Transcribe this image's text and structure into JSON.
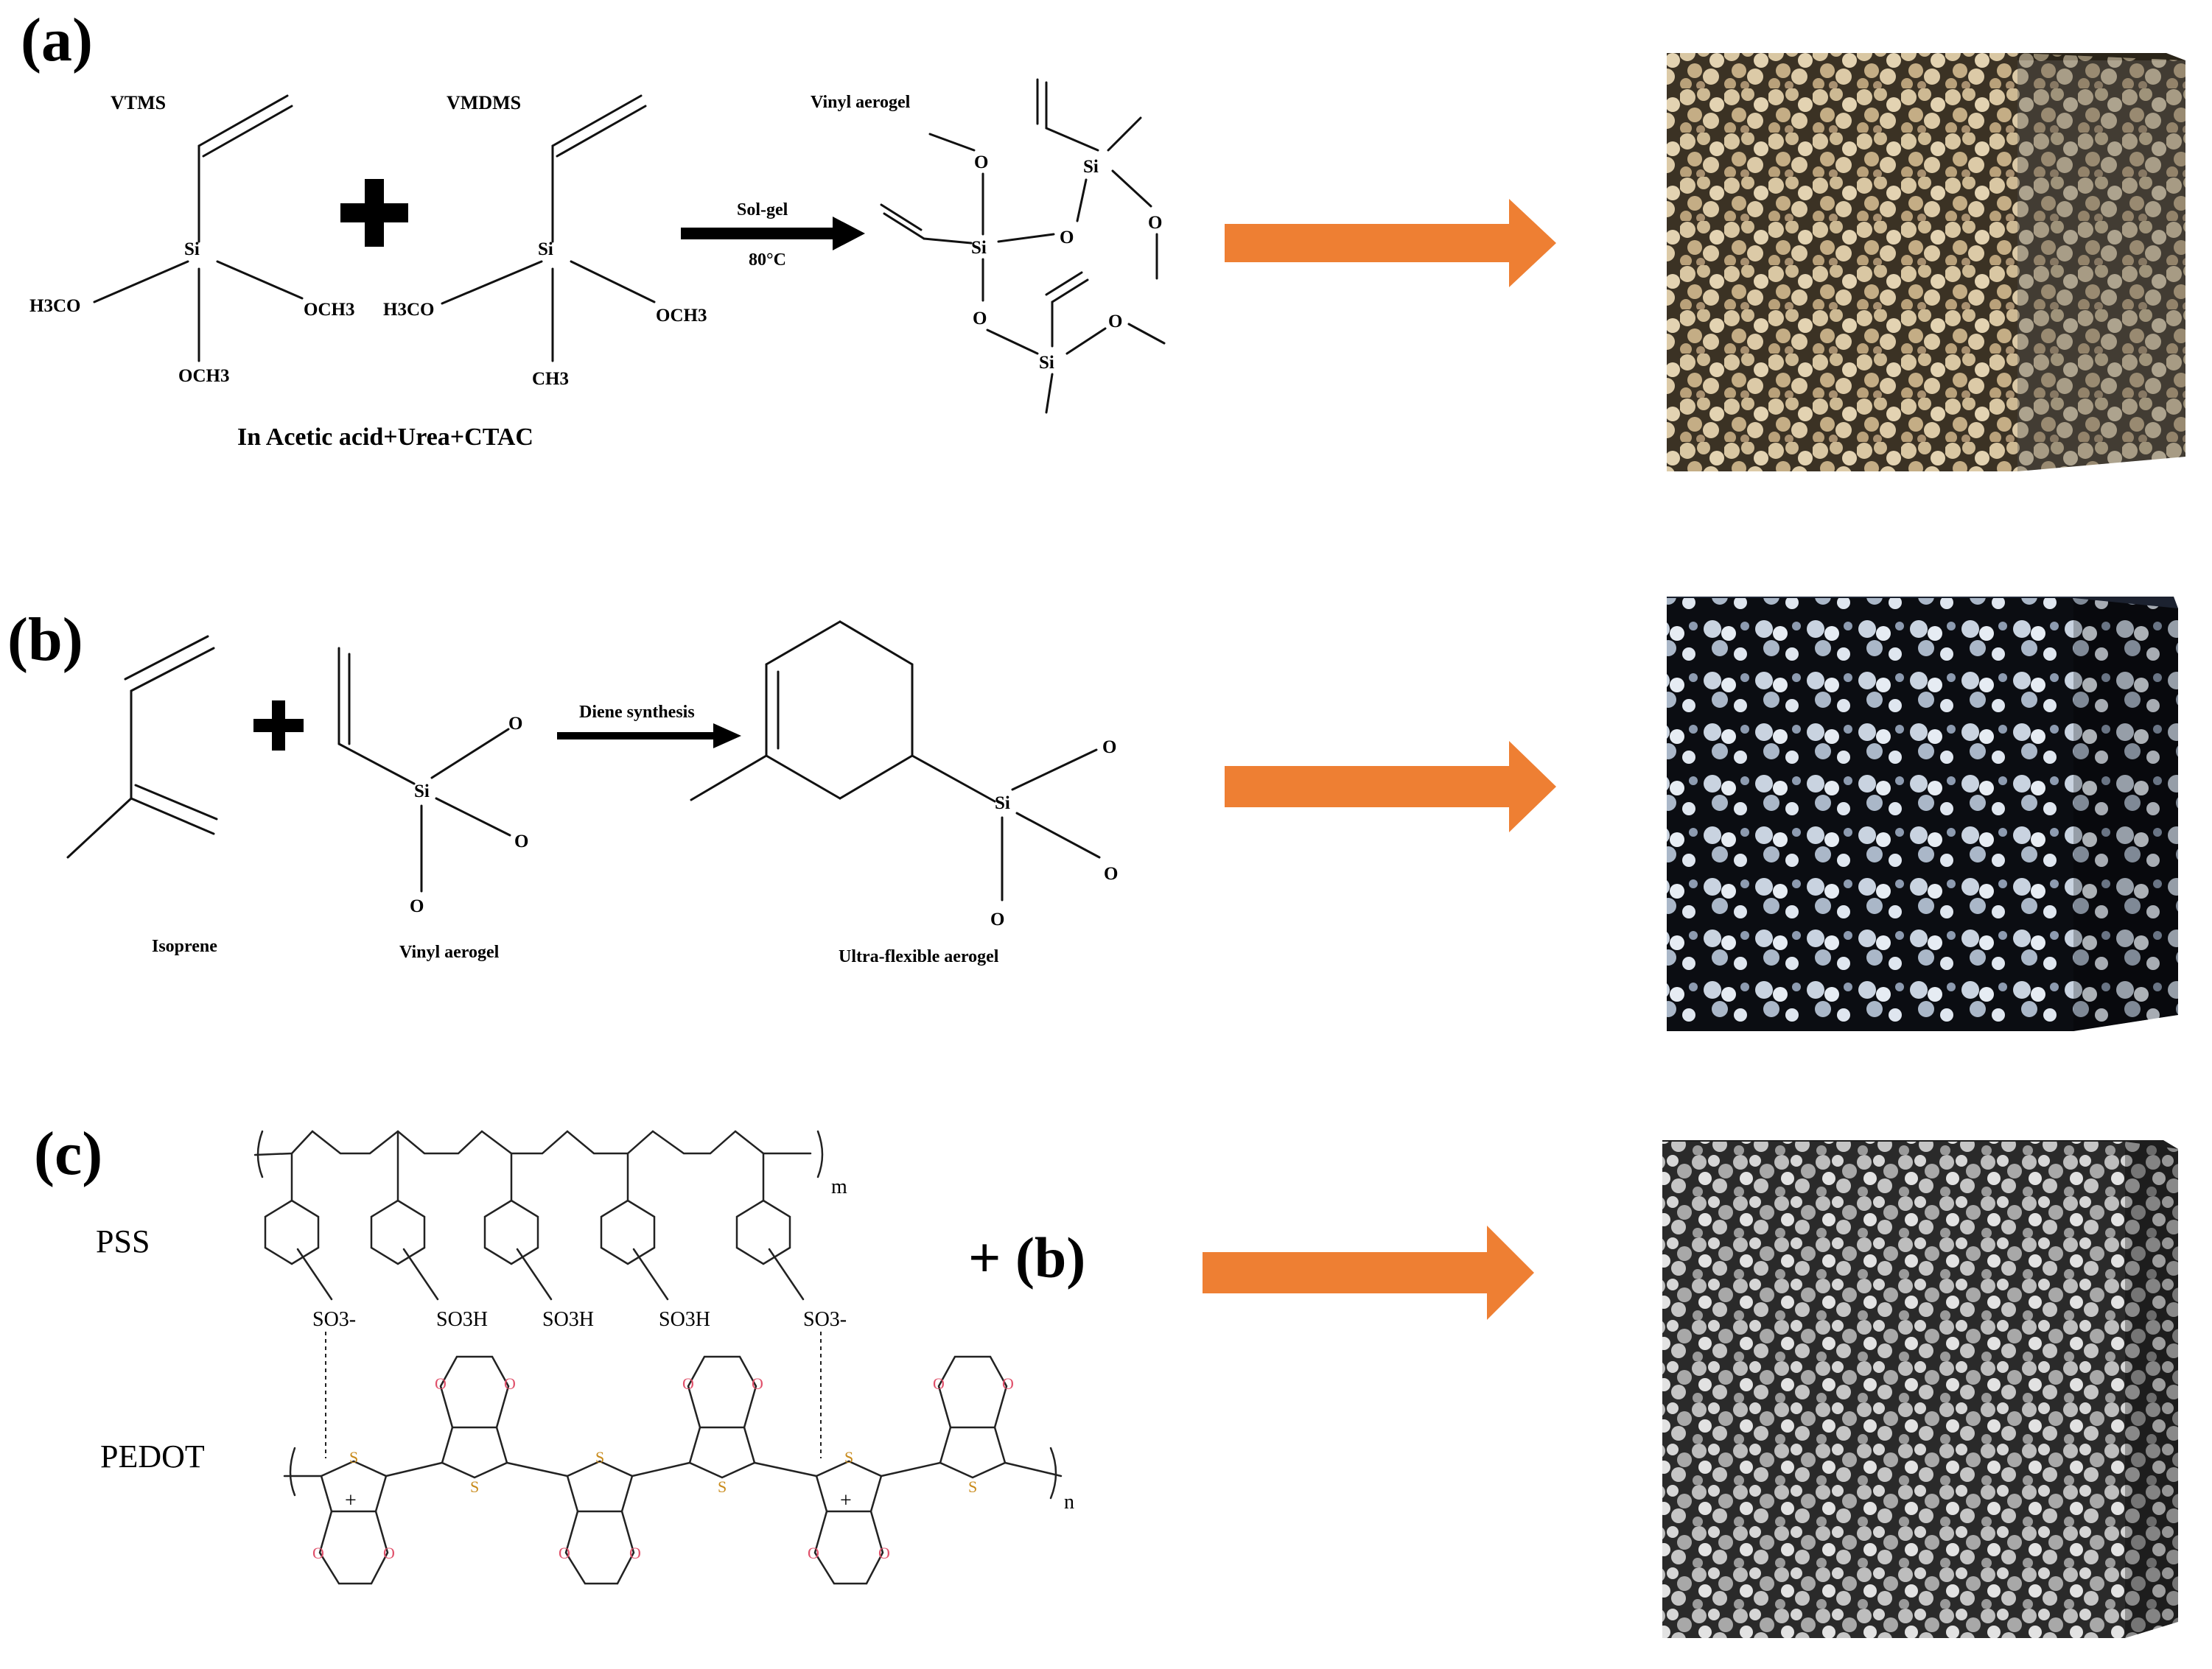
{
  "panels": {
    "a": {
      "label": "(a)",
      "reactant1": "VTMS",
      "reactant2": "VMDMS",
      "product": "Vinyl aerogel",
      "arrow_top": "Sol-gel",
      "arrow_bottom": "80°C",
      "solvent": "In  Acetic acid+Urea+CTAC",
      "atoms": {
        "si": "Si",
        "o": "O",
        "h3co": "H3CO",
        "och3": "OCH3",
        "ch3": "CH3"
      }
    },
    "b": {
      "label": "(b)",
      "reactant1": "Isoprene",
      "reactant2": "Vinyl aerogel",
      "arrow_label": "Diene synthesis",
      "product": "Ultra-flexible  aerogel",
      "atoms": {
        "si": "Si",
        "o": "O"
      }
    },
    "c": {
      "label": "(c)",
      "pss": "PSS",
      "pedot": "PEDOT",
      "plus_b": "+ (b)",
      "m": "m",
      "n": "n",
      "so3_minus": "SO3-",
      "so3h": "SO3H"
    }
  },
  "colors": {
    "arrow": "#ee7f33",
    "pedot_oxygen": "#e0506a",
    "pedot_sulfur": "#c88a1a",
    "cube_a": "#c9b48f",
    "cube_b": "#10141c",
    "cube_c": "#8a8a8a"
  }
}
